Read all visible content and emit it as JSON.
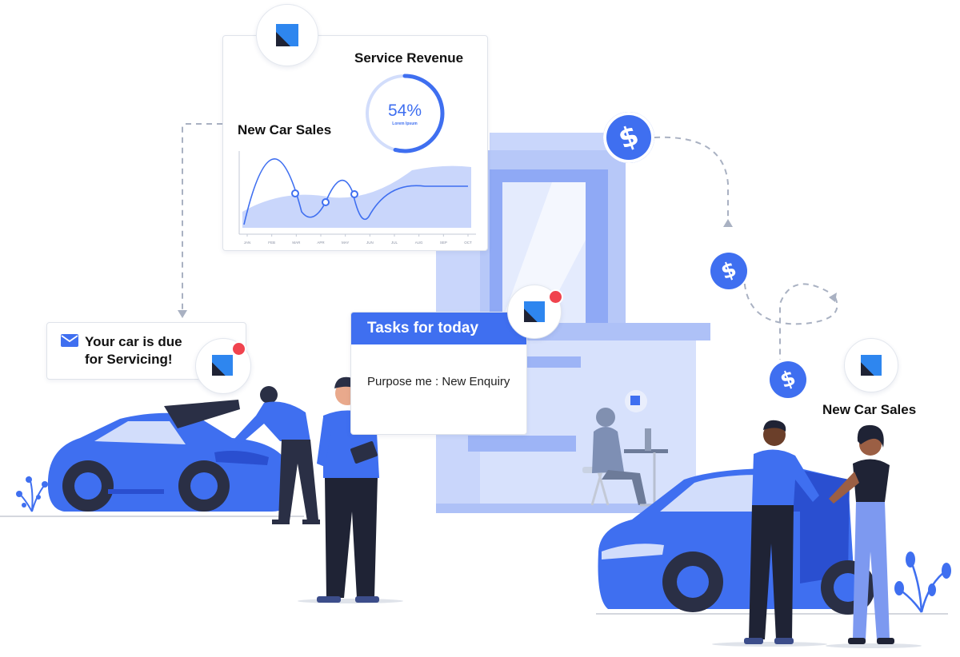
{
  "service_card": {
    "revenue_title": "Service Revenue",
    "gauge_value": "54%",
    "gauge_fraction": 0.54,
    "gauge_caption": "Lorem Ipsum",
    "sales_title": "New Car Sales",
    "months": [
      "JAN",
      "FEB",
      "MAR",
      "APR",
      "MAY",
      "JUN",
      "JUL",
      "AUG",
      "SEP",
      "OCT"
    ]
  },
  "notification": {
    "line1": "Your car is due",
    "line2": "for Servicing!",
    "icon": "mail-icon"
  },
  "tasks": {
    "title": "Tasks for today",
    "item": "Purpose me : New Enquiry"
  },
  "right_label": "New Car Sales",
  "coin_symbol": "$",
  "colors": {
    "accent": "#3f6ff0",
    "accent_light": "#c9d6fb",
    "dark": "#1f2335",
    "alert": "#f0434e"
  }
}
